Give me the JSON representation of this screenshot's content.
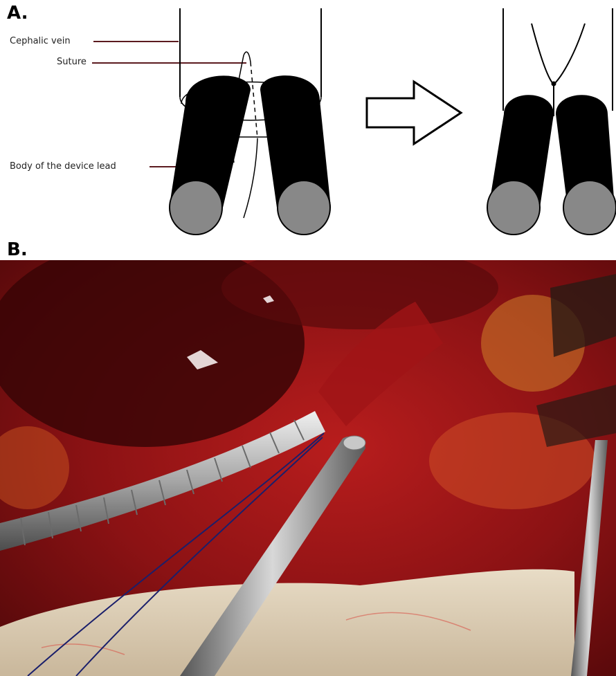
{
  "figure": {
    "panel_a_label": "A.",
    "panel_b_label": "B."
  },
  "diagram": {
    "labels": {
      "cephalic_vein": "Cephalic vein",
      "suture": "Suture",
      "lead_body": "Body of the device lead"
    }
  },
  "colors": {
    "leader_line": "#5b1a1f",
    "lead_fill": "#000000",
    "lead_tip": "#888888",
    "tissue": "#b81d1d",
    "suture_thread": "#1a1f6b"
  }
}
